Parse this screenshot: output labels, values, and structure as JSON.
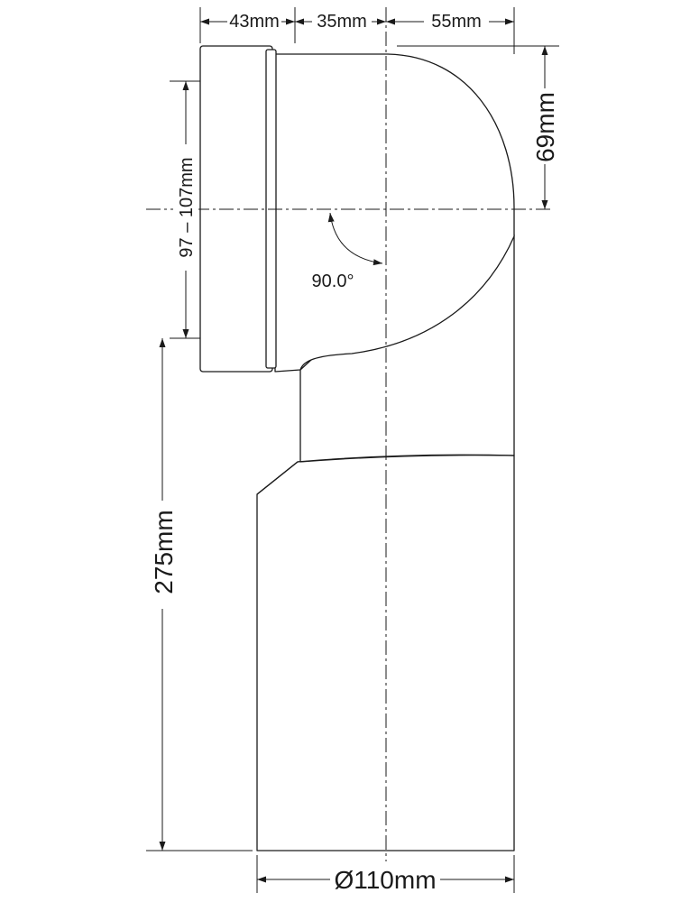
{
  "dimensions": {
    "top_segment_1": "43mm",
    "top_segment_2": "35mm",
    "top_segment_3": "55mm",
    "right_height": "69mm",
    "left_range": "97 – 107mm",
    "angle": "90.0°",
    "total_height": "275mm",
    "diameter": "Ø110mm"
  }
}
